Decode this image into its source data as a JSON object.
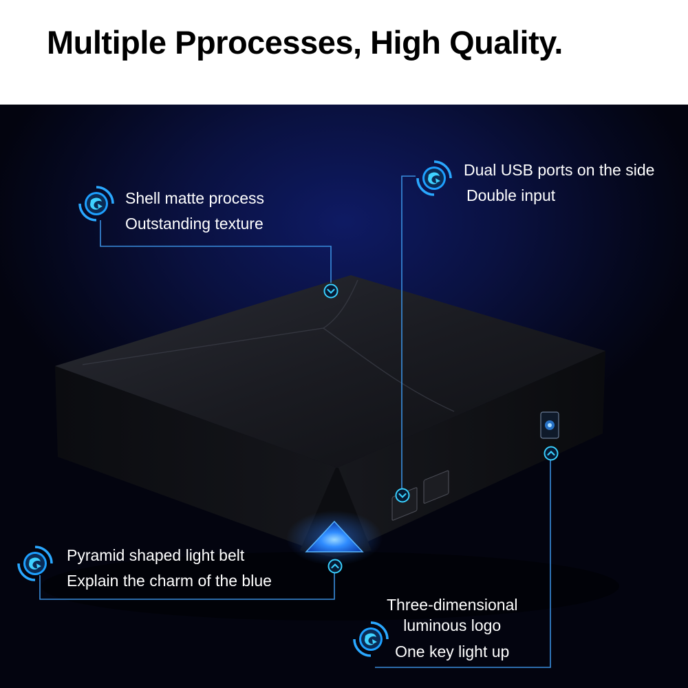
{
  "headline": "Multiple Pprocesses, High Quality.",
  "colors": {
    "accent": "#2aa8ff",
    "glow": "#39d0ff",
    "line": "#3a8fe0",
    "text": "#ffffff",
    "background": "#05081f"
  },
  "icons": {
    "callout_badge": "swirl-logo-icon",
    "marker_down": "chevron-down-icon",
    "marker_up": "chevron-up-icon"
  },
  "callouts": {
    "shell": {
      "line1": "Shell matte process",
      "line2": "Outstanding texture"
    },
    "usb": {
      "line1": "Dual USB ports on the side",
      "line2": "Double input"
    },
    "pyramid": {
      "line1": "Pyramid shaped light belt",
      "line2": "Explain the charm of the blue"
    },
    "logo": {
      "line1": "Three-dimensional",
      "line2": "luminous logo",
      "line3": "One key light up"
    }
  }
}
